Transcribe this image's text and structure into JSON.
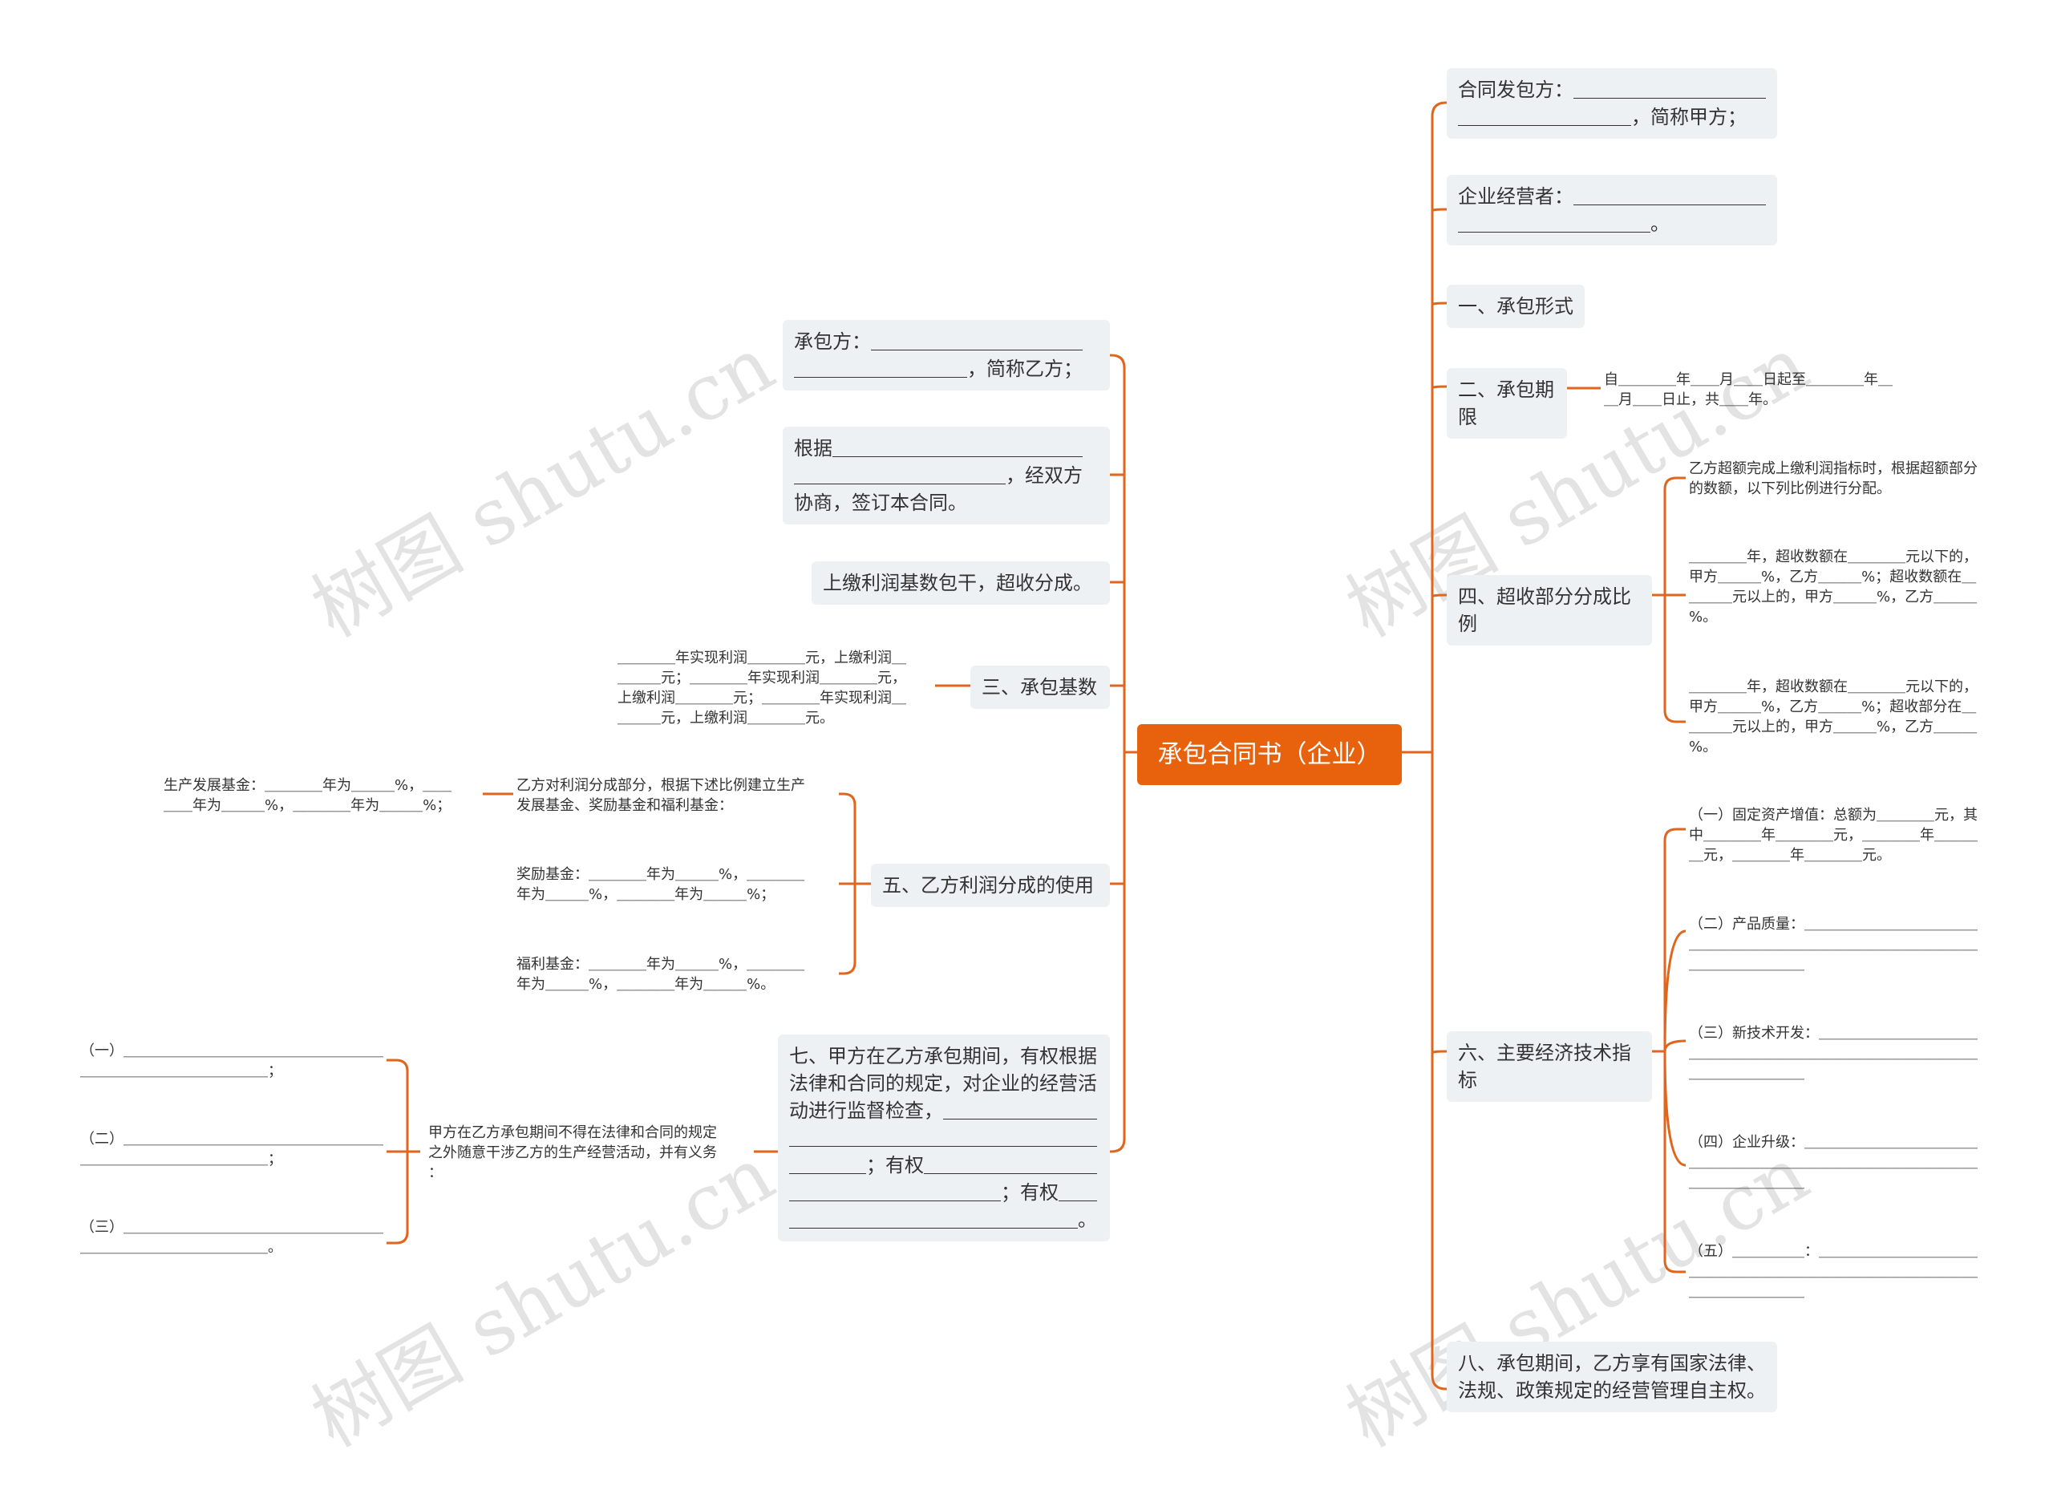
{
  "root": {
    "label": "承包合同书（企业）"
  },
  "right": {
    "n1": "合同发包方：＿＿＿＿＿＿＿＿＿＿＿＿＿＿＿＿＿＿＿，简称甲方；",
    "n2": "企业经营者：＿＿＿＿＿＿＿＿＿＿＿＿＿＿＿＿＿＿＿＿。",
    "n3": "一、承包形式",
    "n4": "二、承包期限",
    "n4_leaf": "自＿＿＿＿年＿＿月＿＿日起至＿＿＿＿年＿\n＿月＿＿日止，共＿＿年。",
    "n5": "四、超收部分分成比例",
    "n5_leaves": [
      "乙方超额完成上缴利润指标时，根据超额部分\n的数额，以下列比例进行分配。",
      "＿＿＿＿年，超收数额在＿＿＿＿元以下的，\n甲方＿＿＿%，乙方＿＿＿%；超收数额在＿\n＿＿＿元以上的，甲方＿＿＿%，乙方＿＿＿\n%。",
      "＿＿＿＿年，超收数额在＿＿＿＿元以下的，\n甲方＿＿＿%，乙方＿＿＿%；超收部分在＿\n＿＿＿元以上的，甲方＿＿＿%，乙方＿＿＿\n%。"
    ],
    "n6": "六、主要经济技术指标",
    "n6_leaves": [
      "（一）固定资产增值：总额为＿＿＿＿元，其\n中＿＿＿＿年＿＿＿＿元，＿＿＿＿年＿＿＿\n＿元，＿＿＿＿年＿＿＿＿元。",
      "（二）产品质量：＿＿＿＿＿＿＿＿＿＿＿＿\n＿＿＿＿＿＿＿＿＿＿＿＿＿＿＿＿＿＿＿＿\n＿＿＿＿＿＿＿＿",
      "（三）新技术开发：＿＿＿＿＿＿＿＿＿＿＿\n＿＿＿＿＿＿＿＿＿＿＿＿＿＿＿＿＿＿＿＿\n＿＿＿＿＿＿＿＿",
      "（四）企业升级：＿＿＿＿＿＿＿＿＿＿＿＿\n＿＿＿＿＿＿＿＿＿＿＿＿＿＿＿＿＿＿＿＿\n＿＿＿＿＿＿＿＿",
      "（五）＿＿＿＿＿：＿＿＿＿＿＿＿＿＿＿＿\n＿＿＿＿＿＿＿＿＿＿＿＿＿＿＿＿＿＿＿＿\n＿＿＿＿＿＿＿＿"
    ],
    "n7": "八、承包期间，乙方享有国家法律、法规、政策规定的经营管理自主权。"
  },
  "left": {
    "m1": "承包方：＿＿＿＿＿＿＿＿＿＿＿＿＿＿＿＿＿＿＿＿，简称乙方；",
    "m2": "根据＿＿＿＿＿＿＿＿＿＿＿＿＿＿＿＿＿＿＿＿＿＿＿＿，经双方协商，签订本合同。",
    "m3": "上缴利润基数包干，超收分成。",
    "m4": "三、承包基数",
    "m4_leaf": "＿＿＿＿年实现利润＿＿＿＿元，上缴利润＿\n＿＿＿元；＿＿＿＿年实现利润＿＿＿＿元，\n上缴利润＿＿＿＿元；＿＿＿＿年实现利润＿\n＿＿＿元，上缴利润＿＿＿＿元。",
    "m5": "五、乙方利润分成的使用",
    "m5_children": [
      "乙方对利润分成部分，根据下述比例建立生产\n发展基金、奖励基金和福利基金：",
      "奖励基金：＿＿＿＿年为＿＿＿%，＿＿＿＿\n年为＿＿＿%，＿＿＿＿年为＿＿＿%；",
      "福利基金：＿＿＿＿年为＿＿＿%，＿＿＿＿\n年为＿＿＿%，＿＿＿＿年为＿＿＿%。"
    ],
    "m5_grandchild": "生产发展基金：＿＿＿＿年为＿＿＿%，＿＿\n＿＿年为＿＿＿%，＿＿＿＿年为＿＿＿%；",
    "m6": "七、甲方在乙方承包期间，有权根据法律和合同的规定，对企业的经营活动进行监督检查，＿＿＿＿＿＿＿＿＿＿＿＿＿＿＿＿＿＿＿＿＿＿＿＿＿＿＿＿；有权＿＿＿＿＿＿＿＿＿＿＿＿＿＿＿＿＿＿＿＿；有权＿＿＿＿＿＿＿＿＿＿＿＿＿＿＿＿＿。",
    "m6_mid": "甲方在乙方承包期间不得在法律和合同的规定\n之外随意干涉乙方的生产经营活动，并有义务\n：",
    "m6_leaves": [
      "（一）＿＿＿＿＿＿＿＿＿＿＿＿＿＿＿＿＿＿\n＿＿＿＿＿＿＿＿＿＿＿＿＿；",
      "（二）＿＿＿＿＿＿＿＿＿＿＿＿＿＿＿＿＿＿\n＿＿＿＿＿＿＿＿＿＿＿＿＿；",
      "（三）＿＿＿＿＿＿＿＿＿＿＿＿＿＿＿＿＿＿\n＿＿＿＿＿＿＿＿＿＿＿＿＿。"
    ]
  },
  "watermark": "树图 shutu.cn",
  "colors": {
    "accent": "#e8620d",
    "node_bg": "#eef1f4",
    "line": "#e0661d"
  }
}
